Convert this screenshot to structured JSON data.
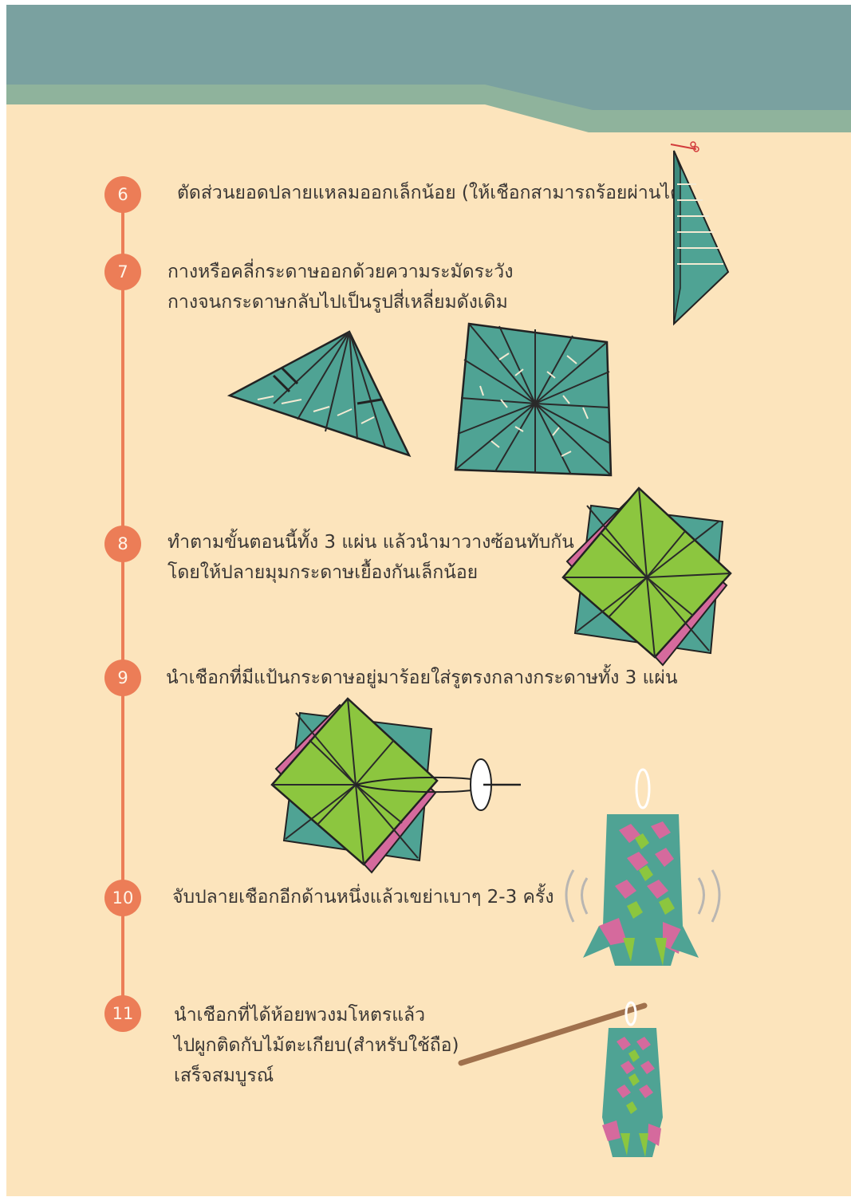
{
  "steps": [
    {
      "number": "6",
      "lines": [
        "ตัดส่วนยอดปลายแหลมออกเล็กน้อย (ให้เชือกสามารถร้อยผ่านได้)"
      ]
    },
    {
      "number": "7",
      "lines": [
        "กางหรือคลี่กระดาษออกด้วยความระมัดระวัง",
        "กางจนกระดาษกลับไปเป็นรูปสี่เหลี่ยมดังเดิม"
      ]
    },
    {
      "number": "8",
      "lines": [
        "ทำตามขั้นตอนนี้ทั้ง 3 แผ่น แล้วนำมาวางซ้อนทับกัน",
        "โดยให้ปลายมุมกระดาษเยื้องกันเล็กน้อย"
      ]
    },
    {
      "number": "9",
      "lines": [
        "นำเชือกที่มีแป้นกระดาษอยู่มาร้อยใส่รูตรงกลางกระดาษทั้ง 3 แผ่น"
      ]
    },
    {
      "number": "10",
      "lines": [
        "จับปลายเชือกอีกด้านหนึ่งแล้วเขย่าเบาๆ 2-3 ครั้ง"
      ]
    },
    {
      "number": "11",
      "lines": [
        "นำเชือกที่ได้ห้อยพวงมโหตรแล้ว",
        "ไปผูกติดกับไม้ตะเกียบ(สำหรับใช้ถือ)",
        "เสร็จสมบูรณ์"
      ]
    }
  ],
  "colors": {
    "background": "#fce4bc",
    "header_dark": "#7aa1a0",
    "header_light": "#8fb39c",
    "accent": "#ec7d57",
    "paper_teal": "#4fa394",
    "paper_green": "#8cc63f",
    "paper_pink": "#d56a9d",
    "stick": "#a0714d"
  }
}
